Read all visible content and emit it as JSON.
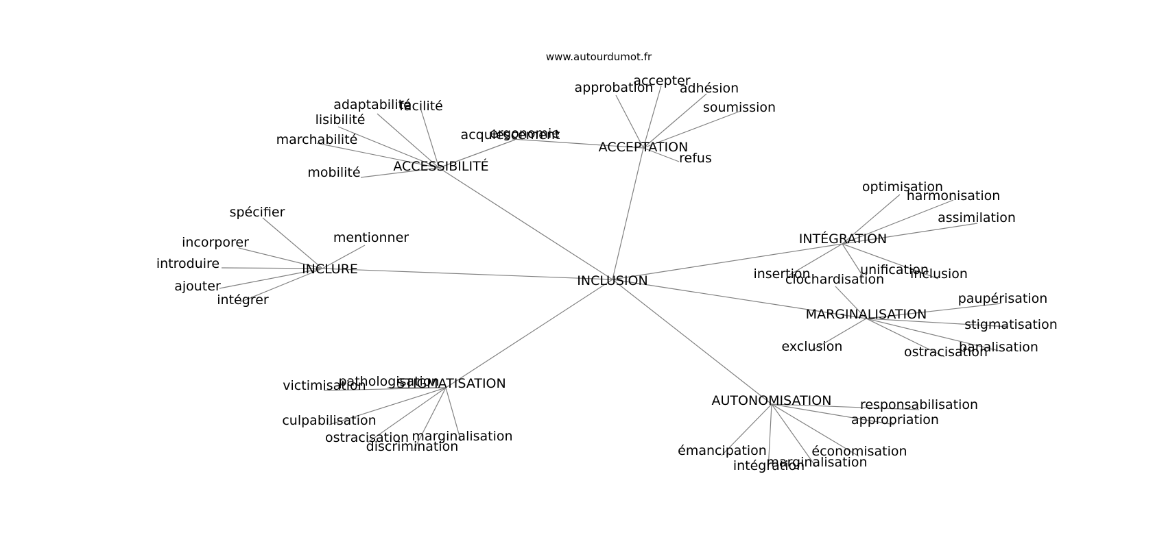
{
  "site_label": "www.autourdumot.fr",
  "center": "INCLUSION",
  "hubs": [
    {
      "id": "inclure",
      "label": "INCLURE",
      "children": [
        "spécifier",
        "mentionner",
        "incorporer",
        "introduire",
        "ajouter",
        "intégrer"
      ]
    },
    {
      "id": "accessibilite",
      "label": "ACCESSIBILITÉ",
      "children": [
        "adaptabilité",
        "facilité",
        "lisibilité",
        "marchabilité",
        "mobilité",
        "ergonomie"
      ]
    },
    {
      "id": "acceptation",
      "label": "ACCEPTATION",
      "children": [
        "approbation",
        "accepter",
        "adhésion",
        "soumission",
        "refus",
        "acquiescement"
      ]
    },
    {
      "id": "integration",
      "label": "INTÉGRATION",
      "children": [
        "optimisation",
        "harmonisation",
        "assimilation",
        "insertion",
        "unification",
        "inclusion"
      ]
    },
    {
      "id": "marginalisation",
      "label": "MARGINALISATION",
      "children": [
        "clochardisation",
        "paupérisation",
        "stigmatisation",
        "exclusion",
        "banalisation",
        "ostracisation"
      ]
    },
    {
      "id": "autonomisation",
      "label": "AUTONOMISATION",
      "children": [
        "responsabilisation",
        "appropriation",
        "émancipation",
        "intégration",
        "marginalisation",
        "économisation"
      ]
    },
    {
      "id": "stigmatisation",
      "label": "STIGMATISATION",
      "children": [
        "pathologisation",
        "victimisation",
        "culpabilisation",
        "ostracisation",
        "discrimination",
        "marginalisation"
      ]
    }
  ]
}
